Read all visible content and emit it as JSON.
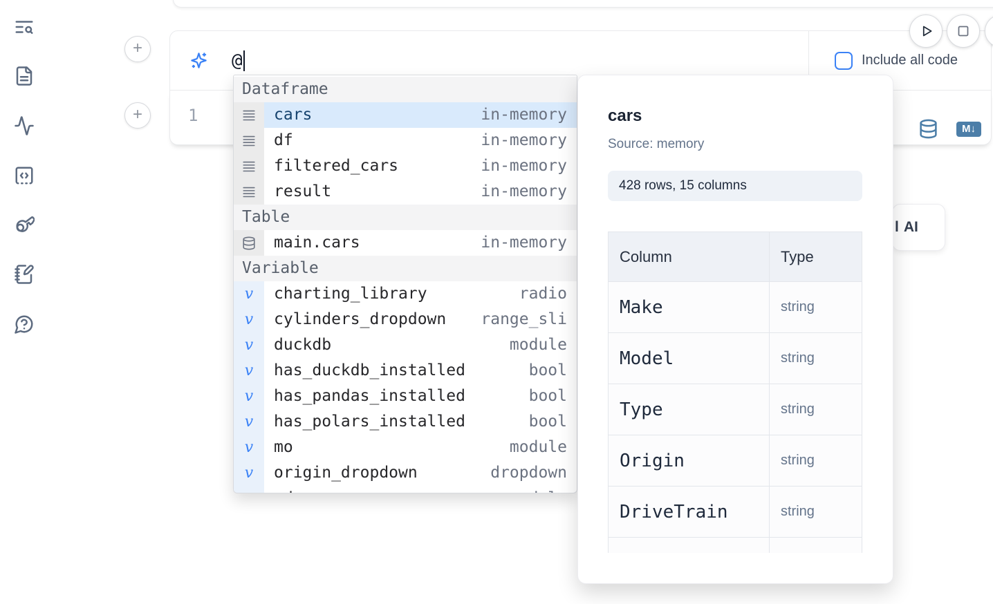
{
  "colors": {
    "accent_blue": "#3b82f6",
    "steel_blue": "#4c7ea8",
    "selected_row_bg": "#d9eafc"
  },
  "sidebar": {
    "icons": [
      "text-search",
      "file-document",
      "activity",
      "code-snippets",
      "key",
      "notebook-pen",
      "help-chat"
    ]
  },
  "cells": {
    "add_button_glyph": "+"
  },
  "prompt_bar": {
    "query": "@",
    "include_all_code_label": "Include all code"
  },
  "editor": {
    "line_number": "1",
    "markdown_badge": "M↓"
  },
  "autocomplete": {
    "rows": [
      {
        "kind": "section",
        "label": "Dataframe"
      },
      {
        "kind": "item",
        "icon": "rows",
        "name": "cars",
        "type": "in-memory",
        "selected": true
      },
      {
        "kind": "item",
        "icon": "rows",
        "name": "df",
        "type": "in-memory"
      },
      {
        "kind": "item",
        "icon": "rows",
        "name": "filtered_cars",
        "type": "in-memory"
      },
      {
        "kind": "item",
        "icon": "rows",
        "name": "result",
        "type": "in-memory"
      },
      {
        "kind": "section",
        "label": "Table"
      },
      {
        "kind": "item",
        "icon": "database",
        "name": "main.cars",
        "type": "in-memory"
      },
      {
        "kind": "section",
        "label": "Variable"
      },
      {
        "kind": "item",
        "icon": "variable",
        "name": "charting_library",
        "type": "radio"
      },
      {
        "kind": "item",
        "icon": "variable",
        "name": "cylinders_dropdown",
        "type": "range_sli"
      },
      {
        "kind": "item",
        "icon": "variable",
        "name": "duckdb",
        "type": "module"
      },
      {
        "kind": "item",
        "icon": "variable",
        "name": "has_duckdb_installed",
        "type": "bool"
      },
      {
        "kind": "item",
        "icon": "variable",
        "name": "has_pandas_installed",
        "type": "bool"
      },
      {
        "kind": "item",
        "icon": "variable",
        "name": "has_polars_installed",
        "type": "bool"
      },
      {
        "kind": "item",
        "icon": "variable",
        "name": "mo",
        "type": "module"
      },
      {
        "kind": "item",
        "icon": "variable",
        "name": "origin_dropdown",
        "type": "dropdown"
      },
      {
        "kind": "item",
        "icon": "variable",
        "name": "pd",
        "type": "module"
      }
    ]
  },
  "popup": {
    "title": "cars",
    "source": "Source: memory",
    "stats": "428 rows, 15 columns",
    "table": {
      "headers": [
        "Column",
        "Type"
      ],
      "rows": [
        {
          "column": "Make",
          "type": "string"
        },
        {
          "column": "Model",
          "type": "string"
        },
        {
          "column": "Type",
          "type": "string"
        },
        {
          "column": "Origin",
          "type": "string"
        },
        {
          "column": "DriveTrain",
          "type": "string"
        },
        {
          "column": "",
          "type": ""
        }
      ]
    }
  },
  "ai_card": {
    "clipped_text": "l",
    "label": "AI"
  }
}
